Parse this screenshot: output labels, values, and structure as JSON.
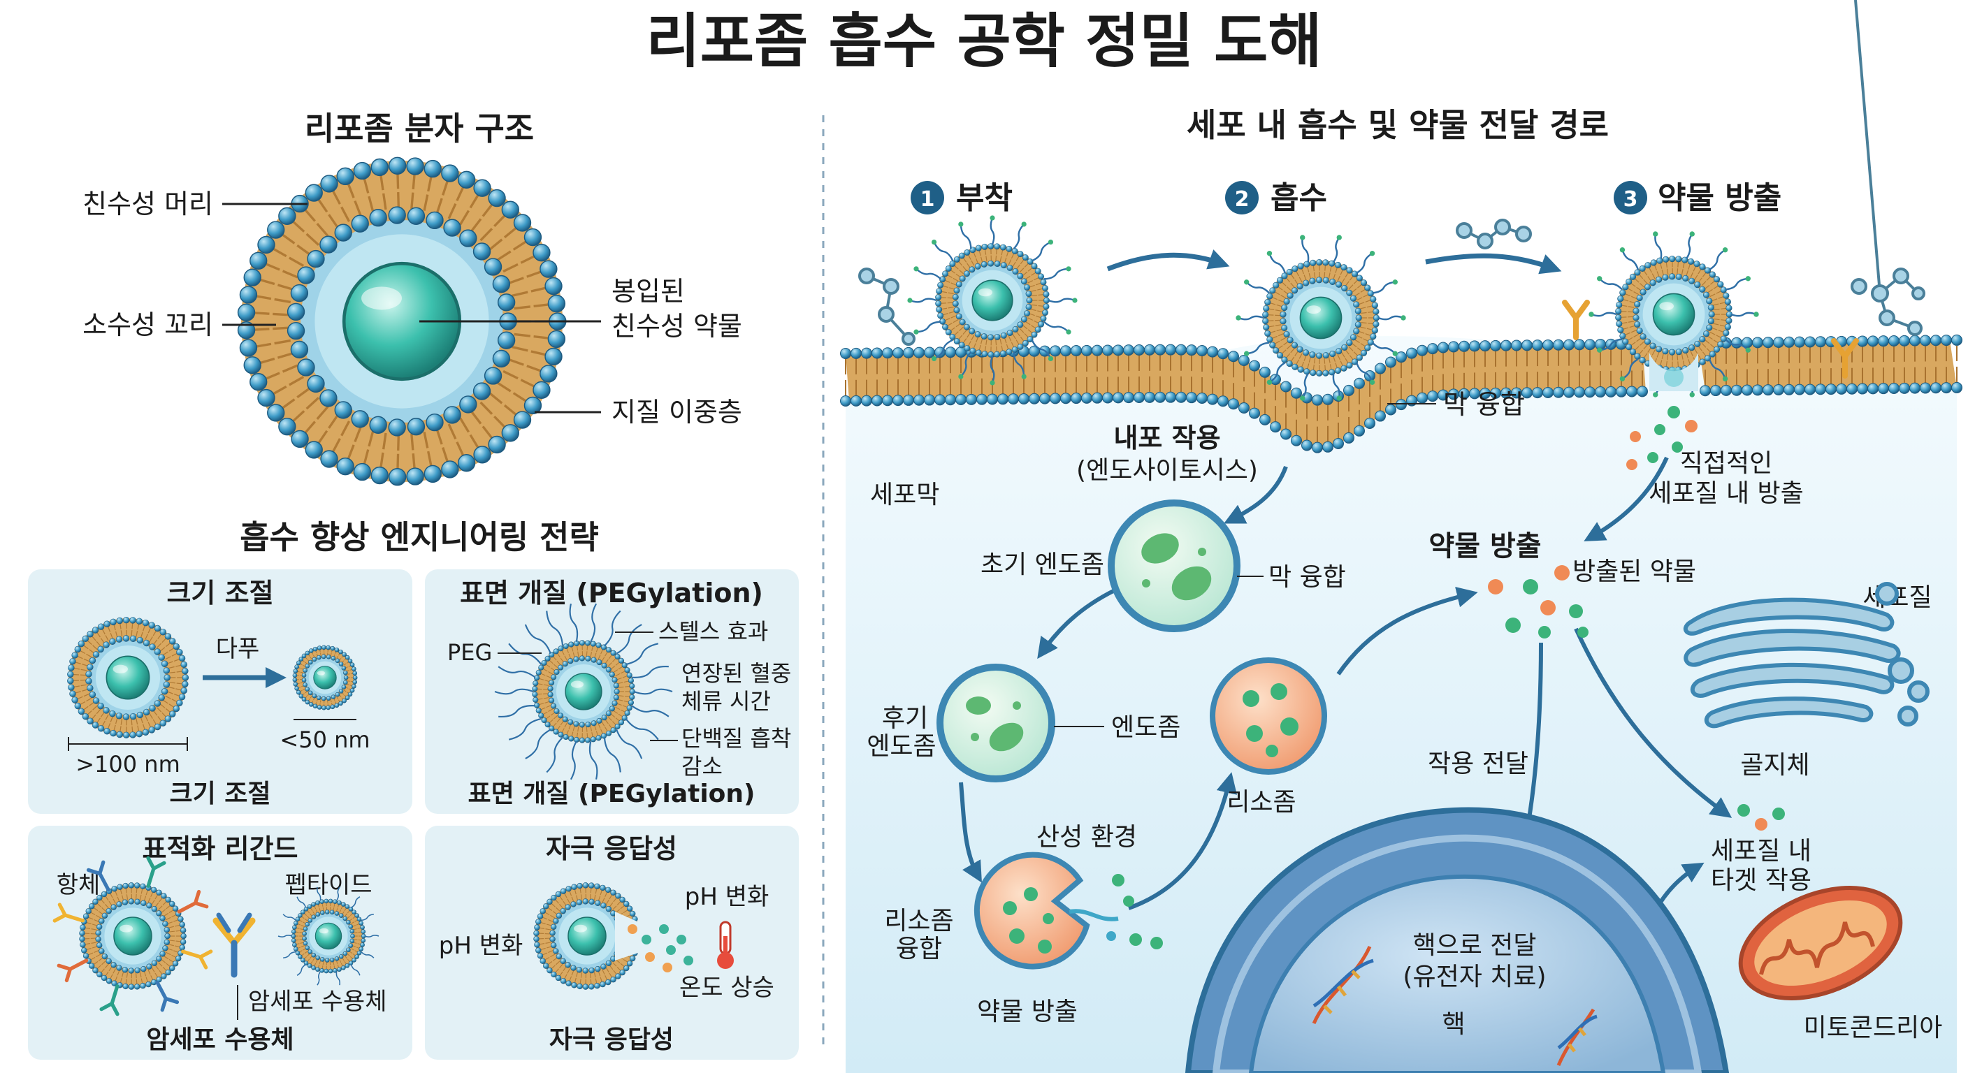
{
  "title": "리포좀 흡수 공학 정밀 도해",
  "structure": {
    "heading": "리포좀 분자 구조",
    "label_head": "친수성 머리",
    "label_tail": "소수성 꼬리",
    "label_drug_1": "봉입된",
    "label_drug_2": "친수성 약물",
    "label_bilayer": "지질 이중층"
  },
  "strategies": {
    "heading": "흡수 향상 엔지니어링 전략",
    "size": {
      "title": "크기 조절",
      "arrow_label": "다푸",
      "big_label": ">100 nm",
      "small_label": "<50 nm",
      "caption": "크기 조절"
    },
    "peg": {
      "title": "표면 개질 (PEGylation)",
      "peg_label": "PEG",
      "stealth": "스텔스 효과",
      "circ_1": "연장된 혈중",
      "circ_2": "체류 시간",
      "protein_1": "단백질 흡착",
      "protein_2": "감소",
      "caption": "표면 개질 (PEGylation)"
    },
    "ligand": {
      "title": "표적화 리간드",
      "antibody": "항체",
      "peptide": "펩타이드",
      "receptor": "암세포 수용체",
      "caption": "암세포 수용체"
    },
    "stimuli": {
      "title": "자극 응답성",
      "ph_left": "pH 변화",
      "ph_right": "pH 변화",
      "temp": "온도 상승",
      "caption": "자극 응답성"
    }
  },
  "pathway": {
    "heading": "세포 내 흡수 및 약물 전달 경로",
    "steps": [
      {
        "num": "1",
        "label": "부착"
      },
      {
        "num": "2",
        "label": "흡수"
      },
      {
        "num": "3",
        "label": "약물 방출"
      }
    ],
    "membrane_fusion": "막 융합",
    "endocytosis_1": "내포 작용",
    "endocytosis_2": "(엔도사이토시스)",
    "cell_membrane": "세포막",
    "direct_1": "직접적인",
    "direct_2": "세포질 내 방출",
    "early_endosome": "초기 엔도좀",
    "fusion2": "막 융합",
    "drug_release": "약물 방출",
    "released_drug": "방출된 약물",
    "cytoplasm": "세포질",
    "late_1": "후기",
    "late_2": "엔도좀",
    "endosome": "엔도좀",
    "lysosome": "리소좀",
    "action": "작용 전달",
    "golgi": "골지체",
    "acidic": "산성 환경",
    "lyso_fusion_1": "리소좀",
    "lyso_fusion_2": "융합",
    "target_1": "세포질 내",
    "target_2": "타겟 작용",
    "nucleus_1": "핵으로 전달",
    "nucleus_2": "(유전자 치료)",
    "nucleus": "핵",
    "drug_release_bottom": "약물 방출",
    "mitochondria": "미토콘드리아"
  }
}
